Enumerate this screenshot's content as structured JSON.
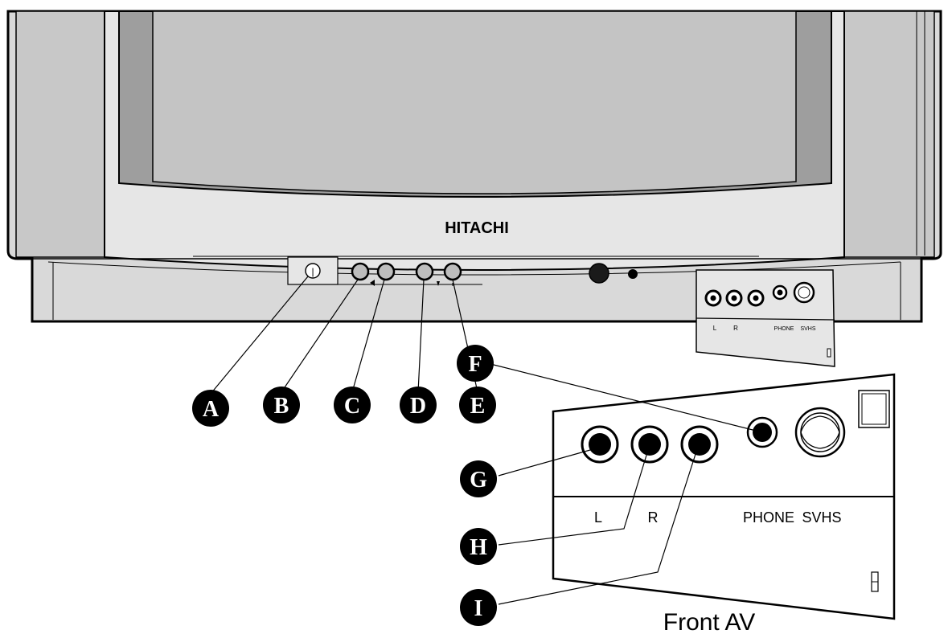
{
  "tv": {
    "brand": "HITACHI",
    "power_symbol": "|",
    "small_panel": {
      "label_l": "L",
      "label_r": "R",
      "label_phone": "PHONE",
      "label_svhs": "SVHS"
    }
  },
  "front_av": {
    "title": "Front AV",
    "label_l": "L",
    "label_r": "R",
    "label_phone": "PHONE",
    "label_svhs": "SVHS"
  },
  "callouts": {
    "a": "A",
    "b": "B",
    "c": "C",
    "d": "D",
    "e": "E",
    "f": "F",
    "g": "G",
    "h": "H",
    "i": "I"
  },
  "icons": [
    "power-button-icon",
    "volume-down-icon",
    "volume-up-icon",
    "program-down-icon",
    "program-up-icon",
    "headphone-jack-icon",
    "svhs-socket-icon",
    "rca-jack-icon"
  ]
}
